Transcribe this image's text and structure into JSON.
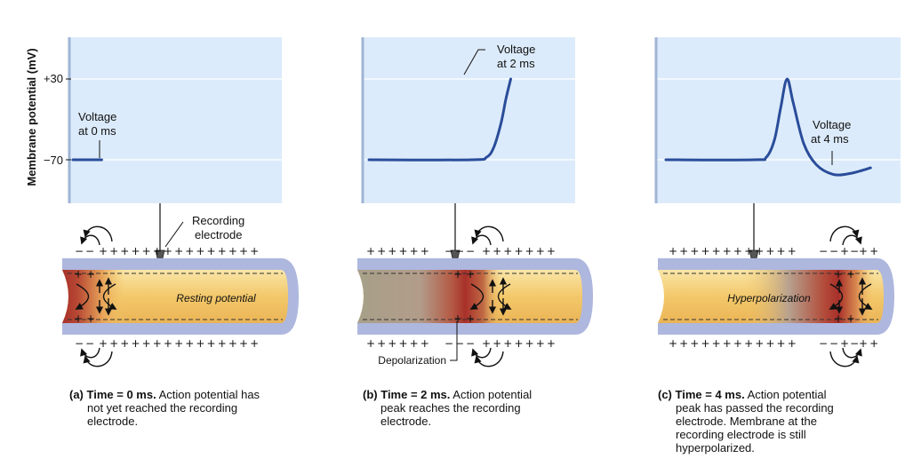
{
  "y_axis": {
    "label": "Membrane potential (mV)",
    "ticks": [
      "+30",
      "−70"
    ]
  },
  "chart_data": [
    {
      "type": "line",
      "panel": "a",
      "yticks": [
        30,
        -70
      ],
      "series": [
        {
          "t_ms": [
            -0.9,
            0.0
          ],
          "mV": [
            -70,
            -70
          ]
        }
      ],
      "annotation": {
        "line1": "Voltage",
        "line2": "at 0 ms"
      }
    },
    {
      "type": "line",
      "panel": "b",
      "yticks": [
        30,
        -70
      ],
      "series": [
        {
          "t_ms": [
            -0.9,
            1.2,
            1.5,
            1.65,
            1.8,
            1.9,
            2.0
          ],
          "mV": [
            -70,
            -70,
            -67,
            -55,
            -25,
            5,
            30
          ]
        }
      ],
      "annotation": {
        "line1": "Voltage",
        "line2": "at 2 ms"
      }
    },
    {
      "type": "line",
      "panel": "c",
      "yticks": [
        30,
        -70
      ],
      "series": [
        {
          "t_ms": [
            -0.9,
            1.2,
            1.5,
            1.7,
            1.85,
            2.0,
            2.15,
            2.4,
            2.7,
            3.1,
            3.5,
            4.0
          ],
          "mV": [
            -70,
            -70,
            -67,
            -45,
            -5,
            30,
            0,
            -50,
            -76,
            -88,
            -87,
            -80
          ]
        }
      ],
      "annotation": {
        "line1": "Voltage",
        "line2": "at 4 ms"
      }
    }
  ],
  "labels": {
    "recording_line1": "Recording",
    "recording_line2": "electrode",
    "resting": "Resting potential",
    "depolarization": "Depolarization",
    "hyperpolarization": "Hyperpolarization"
  },
  "captions": {
    "a": {
      "tag": "(a)",
      "bold": "Time = 0 ms.",
      "l1": " Action potential has",
      "l2": "not yet reached the recording",
      "l3": "electrode.",
      "l4": "",
      "l5": ""
    },
    "b": {
      "tag": "(b)",
      "bold": "Time = 2 ms.",
      "l1": " Action potential",
      "l2": "peak reaches the recording",
      "l3": "electrode.",
      "l4": "",
      "l5": ""
    },
    "c": {
      "tag": "(c)",
      "bold": "Time = 4 ms.",
      "l1": " Action potential",
      "l2": "peak has passed the recording",
      "l3": "electrode. Membrane at the",
      "l4": "recording electrode is still",
      "l5": "hyperpolarized."
    }
  },
  "colors": {
    "graph_bg": "#dcebfb",
    "graph_axis": "#9fb5d4",
    "trace": "#2a4d9a",
    "axon_core": "#f3c86a",
    "membrane": "#aeb7de",
    "depol_red": "#b7352a"
  }
}
